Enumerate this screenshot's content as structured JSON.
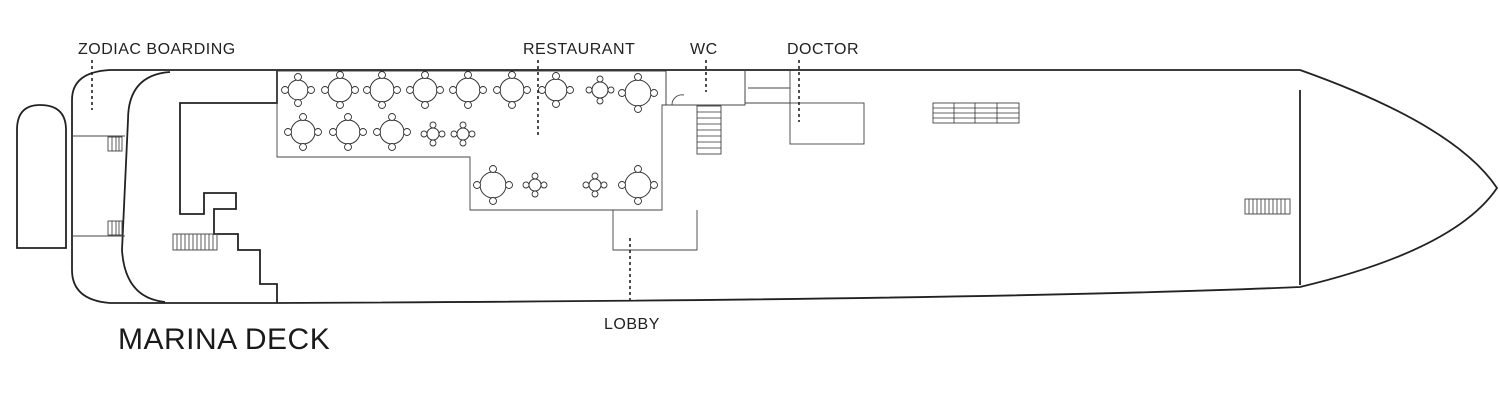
{
  "deck": {
    "title": "MARINA DECK",
    "labels": {
      "zodiac": "ZODIAC BOARDING",
      "restaurant": "RESTAURANT",
      "wc": "WC",
      "doctor": "DOCTOR",
      "lobby": "LOBBY"
    }
  }
}
